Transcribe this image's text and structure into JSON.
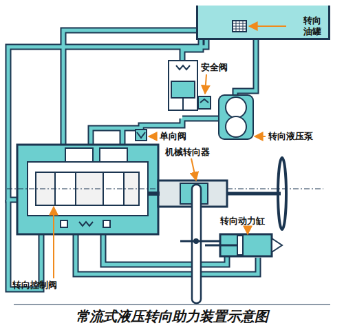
{
  "diagram": {
    "title": "常流式液压转向助力装置示意图",
    "nodes": [
      {
        "text": [
          "转向油罐"
        ]
      }
    ],
    "labels": [
      "安全阀",
      "单向阀",
      "转向液压泵",
      "机械转向器",
      "转向动力缸",
      "转向控制阀"
    ]
  }
}
